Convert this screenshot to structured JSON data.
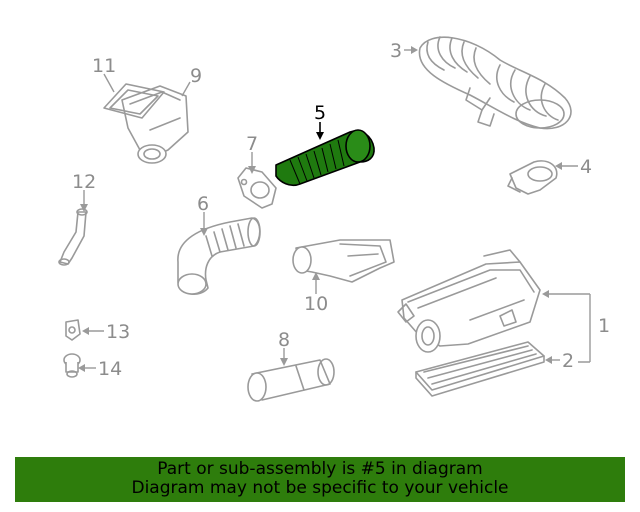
{
  "diagram": {
    "callouts": {
      "c1": "1",
      "c2": "2",
      "c3": "3",
      "c4": "4",
      "c5": "5",
      "c6": "6",
      "c7": "7",
      "c8": "8",
      "c9": "9",
      "c10": "10",
      "c11": "11",
      "c12": "12",
      "c13": "13",
      "c14": "14"
    },
    "highlight_color": "#1f7a0f"
  },
  "banner": {
    "line1": "Part or sub-assembly is #5 in diagram",
    "line2": "Diagram may not be specific to your vehicle",
    "background": "#2e7d0c"
  }
}
